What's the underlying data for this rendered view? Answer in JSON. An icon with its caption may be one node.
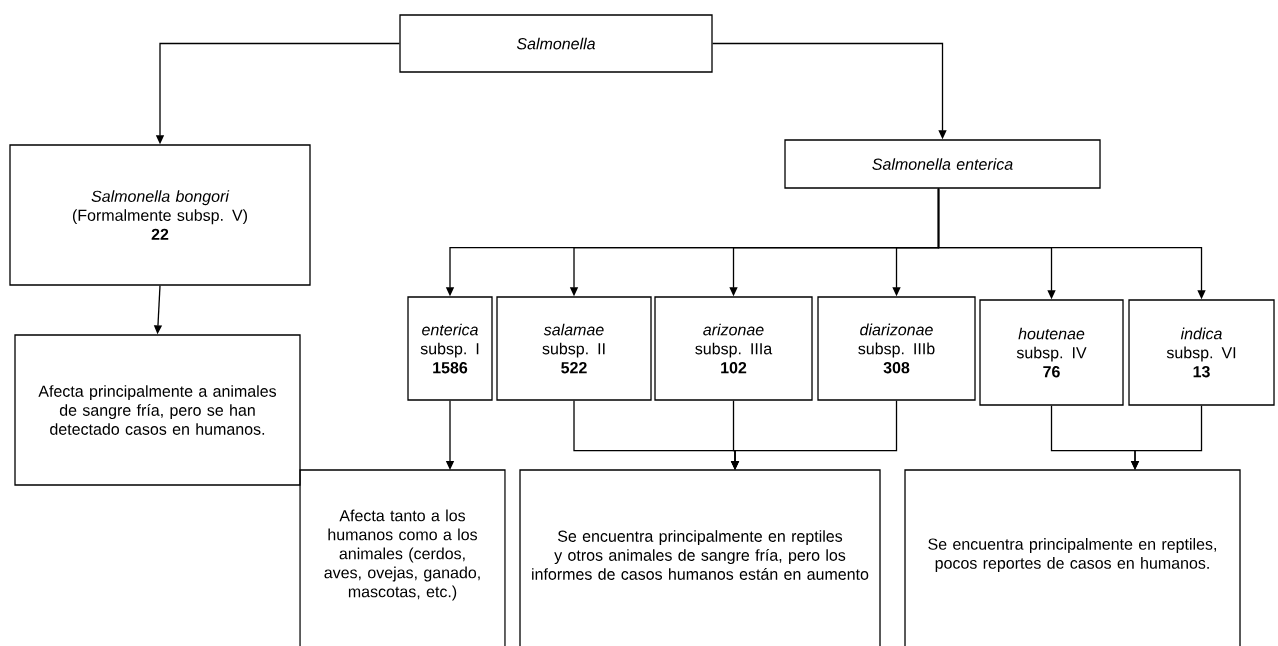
{
  "diagram": {
    "nodes": [
      {
        "text": [
          "Salmonella"
        ]
      },
      {
        "text": [
          "Salmonella bongori",
          "(Formalmente subsp. V)",
          "22"
        ]
      },
      {
        "text": [
          "Afecta principalmente a animales de sangre fría, pero se han detectado casos en humanos."
        ]
      },
      {
        "text": [
          "Salmonella enterica"
        ]
      },
      {
        "text": [
          "enterica",
          "subsp. I",
          "1586"
        ]
      },
      {
        "text": [
          "salamae",
          "subsp. II",
          "522"
        ]
      },
      {
        "text": [
          "arizonae",
          "subsp. IIIa",
          "102"
        ]
      },
      {
        "text": [
          "diarizonae",
          "subsp. IIIb",
          "308"
        ]
      },
      {
        "text": [
          "houtenae",
          "subsp. IV",
          "76"
        ]
      },
      {
        "text": [
          "indica",
          "subsp. VI",
          "13"
        ]
      },
      {
        "text": [
          "Afecta tanto a los humanos como a los animales (cerdos, aves, ovejas, ganado, mascotas, etc.)"
        ]
      },
      {
        "text": [
          "Se encuentra principalmente en reptiles y otros animales de sangre fría, pero los informes de casos humanos están en aumento"
        ]
      },
      {
        "text": [
          "Se encuentra principalmente en reptiles, pocos reportes de casos en humanos."
        ]
      }
    ],
    "edges": [
      {
        "from": 0,
        "to": 1,
        "arrow": "to"
      },
      {
        "from": 0,
        "to": 3,
        "arrow": "to"
      },
      {
        "from": 1,
        "to": 2,
        "arrow": "to"
      },
      {
        "from": 3,
        "to": 4,
        "arrow": "to"
      },
      {
        "from": 3,
        "to": 5,
        "arrow": "to"
      },
      {
        "from": 3,
        "to": 6,
        "arrow": "to"
      },
      {
        "from": 3,
        "to": 7,
        "arrow": "to"
      },
      {
        "from": 3,
        "to": 8,
        "arrow": "to"
      },
      {
        "from": 3,
        "to": 9,
        "arrow": "to"
      },
      {
        "from": 4,
        "to": 10,
        "arrow": "to"
      },
      {
        "from": 5,
        "to": 11,
        "arrow": "to"
      },
      {
        "from": 6,
        "to": 11,
        "arrow": "to"
      },
      {
        "from": 7,
        "to": 11,
        "arrow": "to"
      },
      {
        "from": 8,
        "to": 12,
        "arrow": "to"
      },
      {
        "from": 9,
        "to": 12,
        "arrow": "to"
      }
    ]
  }
}
